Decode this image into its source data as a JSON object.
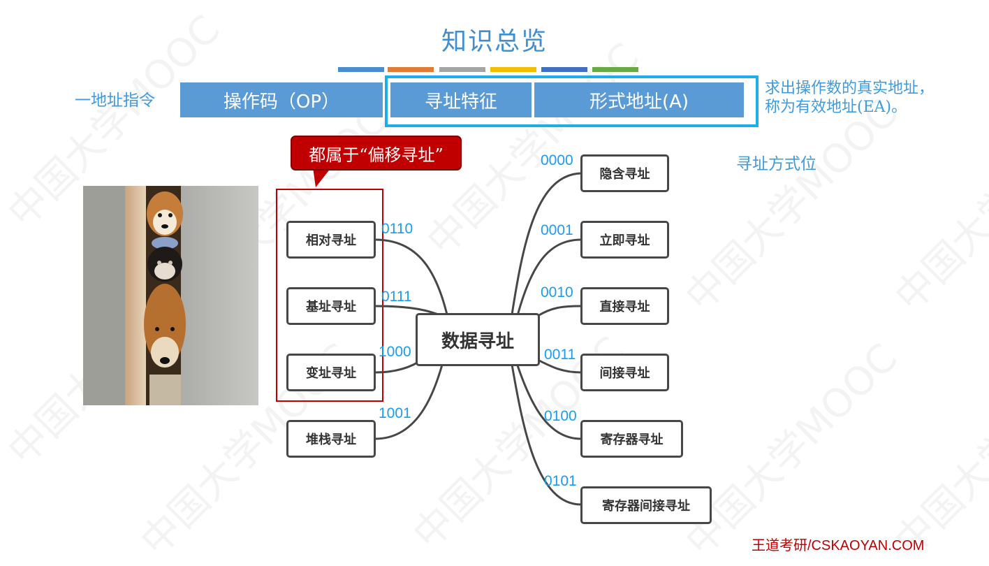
{
  "title": "知识总览",
  "stripes": [
    "#4a8cd0",
    "#e27b34",
    "#a5a5a5",
    "#f2bf00",
    "#3f70c4",
    "#6aaa45"
  ],
  "instruction": {
    "label": "一地址指令",
    "fields": [
      "操作码（OP）",
      "寻址特征",
      "形式地址(A)"
    ]
  },
  "ea_note": [
    "求出操作数的真实地址，",
    "称为有效地址(EA)。"
  ],
  "mode_bits_label": "寻址方式位",
  "callout": "都属于“偏移寻址”",
  "mindmap": {
    "center": "数据寻址",
    "left": [
      {
        "label": "相对寻址",
        "code": "0110"
      },
      {
        "label": "基址寻址",
        "code": "0111"
      },
      {
        "label": "变址寻址",
        "code": "1000"
      },
      {
        "label": "堆栈寻址",
        "code": "1001"
      }
    ],
    "right": [
      {
        "label": "隐含寻址",
        "code": "0000"
      },
      {
        "label": "立即寻址",
        "code": "0001"
      },
      {
        "label": "直接寻址",
        "code": "0010"
      },
      {
        "label": "间接寻址",
        "code": "0011"
      },
      {
        "label": "寄存器寻址",
        "code": "0100"
      },
      {
        "label": "寄存器间接寻址",
        "code": "0101"
      }
    ]
  },
  "watermark": "中国大学MOOC",
  "footer": "王道考研/CSKAOYAN.COM",
  "colors": {
    "title": "#3f8ed2",
    "field_bg": "#5b9bd5",
    "outline": "#1aaeea",
    "note": "#3d9be0",
    "callout": "#c00000",
    "code": "#1a9cf0"
  }
}
